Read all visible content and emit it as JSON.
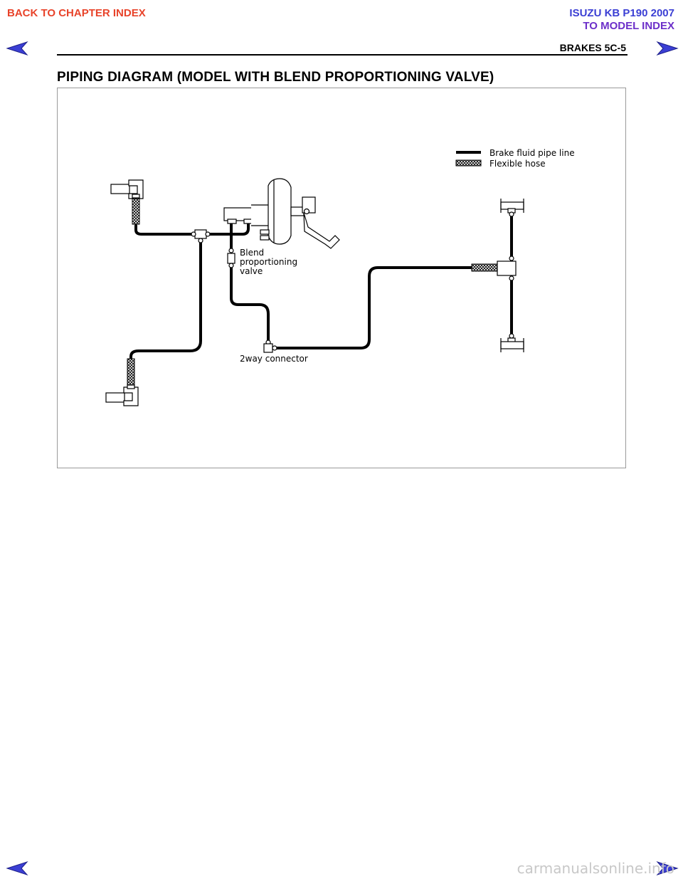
{
  "nav": {
    "back_to_chapter": "BACK TO CHAPTER INDEX",
    "model_title": "ISUZU KB P190 2007",
    "to_model_index": "TO MODEL INDEX",
    "arrow_color": "#3b3fd4"
  },
  "header": {
    "section": "BRAKES  5C-5"
  },
  "document": {
    "title": "PIPING DIAGRAM (MODEL WITH BLEND PROPORTIONING VALVE)"
  },
  "diagram": {
    "legend": {
      "pipe_line": "Brake fluid pipe line",
      "flexible_hose": "Flexible hose"
    },
    "labels": {
      "blend_line1": "Blend",
      "blend_line2": "proportioning",
      "blend_line3": "valve",
      "connector": "2way connector"
    }
  },
  "footer": {
    "watermark": "carmanualsonline.info"
  }
}
